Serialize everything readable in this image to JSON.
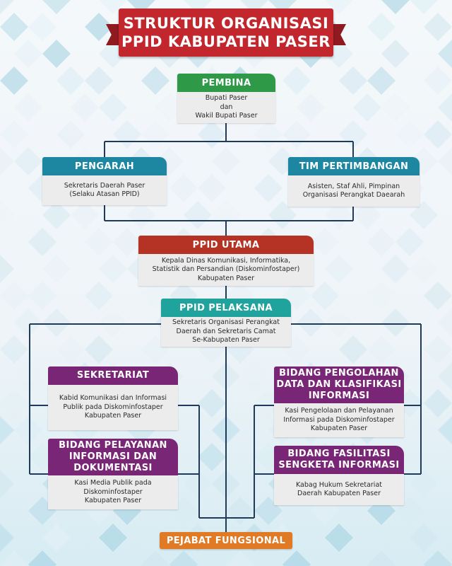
{
  "title": {
    "line1": "STRUKTUR ORGANISASI",
    "line2": "PPID KABUPATEN PASER"
  },
  "nodes": {
    "pembina": {
      "head": "PEMBINA",
      "body": [
        "Bupati Paser",
        "dan",
        "Wakil Bupati Paser"
      ]
    },
    "pengarah": {
      "head": "PENGARAH",
      "body": [
        "Sekretaris Daerah Paser",
        "(Selaku Atasan PPID)"
      ]
    },
    "tim_pertimbangan": {
      "head": "TIM PERTIMBANGAN",
      "body": [
        "Asisten, Staf Ahli, Pimpinan",
        "Organisasi Perangkat Daearah"
      ]
    },
    "ppid_utama": {
      "head": "PPID UTAMA",
      "body": [
        "Kepala Dinas Komunikasi, Informatika,",
        "Statistik dan Persandian (Diskominfostaper)",
        "Kabupaten Paser"
      ]
    },
    "ppid_pelaksana": {
      "head": "PPID PELAKSANA",
      "body": [
        "Sekretaris Organisasi Perangkat",
        "Daerah dan Sekretaris Camat",
        "Se-Kabupaten Paser"
      ]
    },
    "sekretariat": {
      "head": [
        "SEKRETARIAT"
      ],
      "body": [
        "Kabid Komunikasi dan Informasi",
        "Publik pada Diskominfostaper",
        "Kabupaten Paser"
      ]
    },
    "bidang_pelayanan": {
      "head": [
        "BIDANG PELAYANAN",
        "INFORMASI DAN",
        "DOKUMENTASI"
      ],
      "body": [
        "Kasi Media Publik pada",
        "Diskominfostaper",
        "Kabupaten Paser"
      ]
    },
    "bidang_pengolahan": {
      "head": [
        "BIDANG PENGOLAHAN",
        "DATA DAN KLASIFIKASI",
        "INFORMASI"
      ],
      "body": [
        "Kasi Pengelolaan dan Pelayanan",
        "Informasi pada Diskominfostaper",
        "Kabupaten Paser"
      ]
    },
    "bidang_fasilitasi": {
      "head": [
        "BIDANG FASILITASI",
        "SENGKETA INFORMASI"
      ],
      "body": [
        "Kabag Hukum Sekretariat",
        "Daerah Kabupaten Paser"
      ]
    },
    "pejabat_fungsional": {
      "head": "PEJABAT FUNGSIONAL"
    }
  },
  "colors": {
    "title": "#c1272d",
    "pembina": "#2e9a47",
    "pengarah": "#1d86a0",
    "ppid_utama": "#b43324",
    "ppid_pelaksana": "#20a39c",
    "bidang": "#7a2676",
    "pejabat_fungsional": "#e07a25",
    "connector": "#1f3a5a"
  }
}
